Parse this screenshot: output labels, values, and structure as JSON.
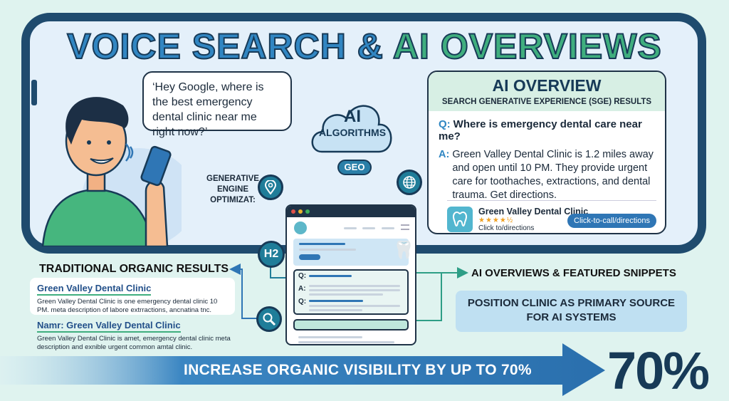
{
  "title": {
    "part1": "VOICE SEARCH &",
    "part2": "AI OVERVIEWS"
  },
  "voice_query": "‘Hey Google, where is the best emergency dental clinic near me right now?’",
  "cloud": {
    "line1": "AI",
    "line2": "ALGORITHMS"
  },
  "geo_label": "GEO",
  "generative_label": "GENERATIVE ENGINE OPTIMIZAT:",
  "h2_label": "H2",
  "ai_overview": {
    "title": "AI OVERVIEW",
    "subtitle": "SEARCH GENERATIVE EXPERIENCE (SGE) RESULTS",
    "q_prefix": "Q:",
    "question": "Where is emergency dental care near me?",
    "a_prefix": "A:",
    "answer": "Green Valley Dental Clinic is 1.2 miles away and open until 10 PM. They provide urgent care for toothaches, extractions, and dental trauma. Get directions.",
    "listing_name": "Green Valley Dental Clinic",
    "rating": 4.5,
    "rating_stars": "★★★★½",
    "listing_sub": "Click to/directions",
    "cta": "Click-to-call/directions"
  },
  "browser": {
    "q1": "Q:",
    "a1": "A:",
    "q2": "Q:"
  },
  "traditional": {
    "heading": "TRADITIONAL ORGANIC RESULTS",
    "results": [
      {
        "title": "Green Valley Dental Clinic",
        "desc": "Green Valley Dental Clinic is one emergency dental clinic 10 PM. meta description of labore extrractions, ancnatina tnc."
      },
      {
        "title": "Namr: Green Valley Dental Clinic",
        "desc": "Green Valley Dental Clinic is amet, emergency dental clinic meta description and exnible urgent common amtal clinic."
      }
    ]
  },
  "snippets_label": "AI OVERVIEWS & FEATURED SNIPPETS",
  "position_text": "POSITION CLINIC AS PRIMARY SOURCE FOR AI SYSTEMS",
  "banner_text": "INCREASE ORGANIC VISIBILITY BY UP TO 70%",
  "big_stat": "70%",
  "colors": {
    "navy": "#1f4b6e",
    "blue": "#2f76b5",
    "green": "#3fae7e",
    "teal": "#1f7d99",
    "bg": "#dff3ef"
  }
}
